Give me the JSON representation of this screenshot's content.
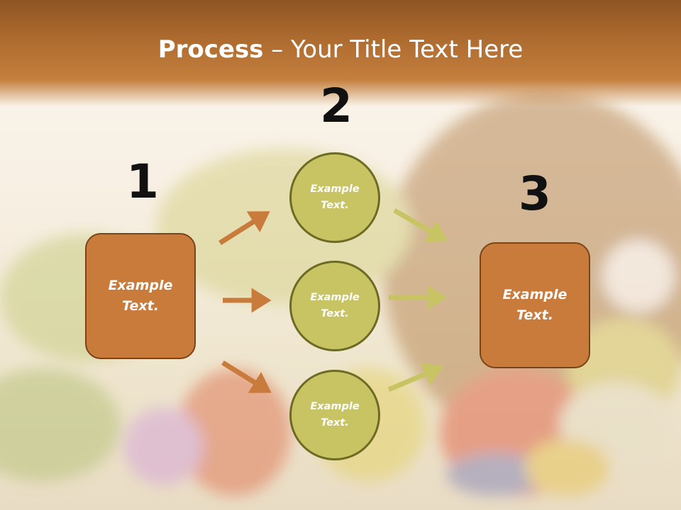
{
  "title": {
    "bold": "Process",
    "rest": " – Your Title Text Here"
  },
  "steps": [
    {
      "number": "1",
      "text": "Example Text."
    },
    {
      "number": "2",
      "text": "Example Text."
    },
    {
      "number": "3",
      "text": "Example Text."
    }
  ],
  "circles": [
    {
      "text": "Example Text."
    },
    {
      "text": "Example Text."
    },
    {
      "text": "Example Text."
    }
  ],
  "colors": {
    "header": "#b06d30",
    "box_fill": "#c97b3b",
    "box_border": "#7a4418",
    "circle_fill": "#c8c464",
    "circle_border": "#6d6a24",
    "arrow_orange": "#c97b3b",
    "arrow_green": "#c8c464"
  }
}
